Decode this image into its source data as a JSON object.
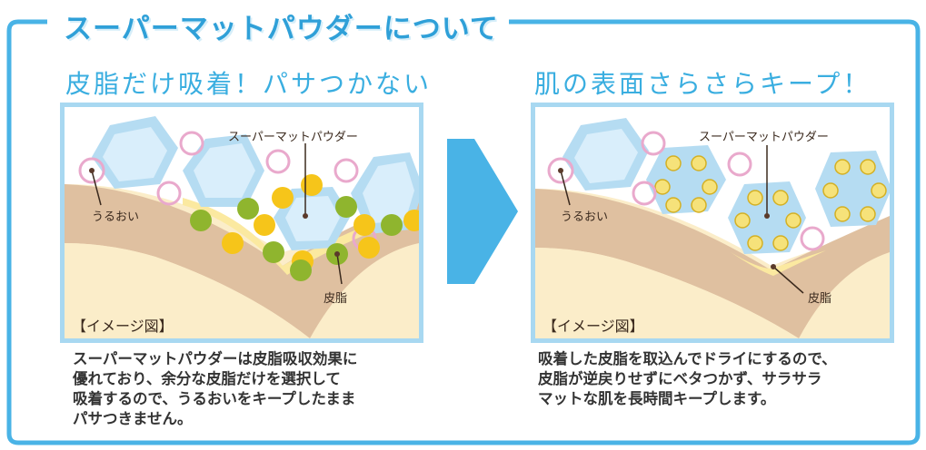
{
  "header": {
    "title": "スーパーマットパウダーについて"
  },
  "left": {
    "subtitle": "皮脂だけ吸着！パサつかない",
    "label_powder": "スーパーマットパウダー",
    "label_moisture": "うるおい",
    "label_sebum": "皮脂",
    "label_image": "【イメージ図】",
    "description": [
      "スーパーマットパウダーは皮脂吸収効果に",
      "優れており、余分な皮脂だけを選択して",
      "吸着するので、うるおいをキープしたまま",
      "パサつきません。"
    ]
  },
  "right": {
    "subtitle": "肌の表面さらさらキープ！",
    "label_powder": "スーパーマットパウダー",
    "label_moisture": "うるおい",
    "label_sebum": "皮脂",
    "label_image": "【イメージ図】",
    "description": [
      "吸着した皮脂を取込んでドライにするので、",
      "皮脂が逆戻りせずにベタつかず、サラサラ",
      "マットな肌を長時間キープします。"
    ]
  },
  "colors": {
    "accent": "#2fa0d8",
    "frame": "#a8d8f1",
    "skin": "#dfc0a0",
    "cream": "#fbedc9",
    "hex_fill": "#b5dcf2",
    "hex_inner": "#d9eefb",
    "ring": "#e9a9cc",
    "sebum_yellow": "#f6c51a",
    "sebum_green": "#8fb52e",
    "arrow": "#49b3e6"
  }
}
